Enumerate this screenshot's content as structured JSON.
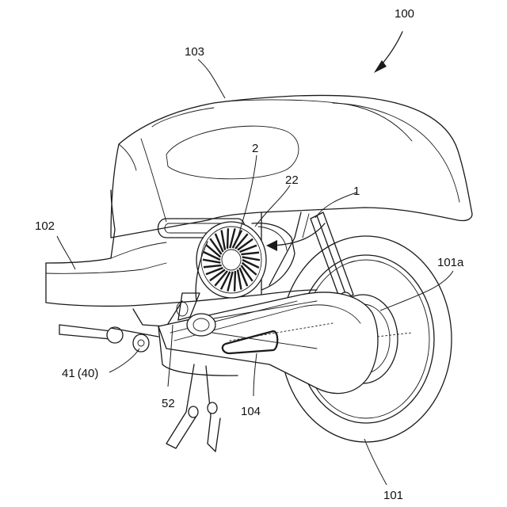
{
  "labels": {
    "assembly": "100",
    "seat_cover": "103",
    "floor": "102",
    "fan": "2",
    "fan_part": "22",
    "cooling_unit": "1",
    "wheel_center": "101a",
    "rear_wheel": "101",
    "swing_arm": "104",
    "stand_part": "52",
    "pivot": "41 (40)"
  },
  "icons": {
    "assembly_arrow": "arrow-down-left-icon",
    "flow_arrow": "curved-arrow-icon"
  },
  "style": {
    "line_color": "#1a1a1a",
    "background": "#ffffff"
  }
}
